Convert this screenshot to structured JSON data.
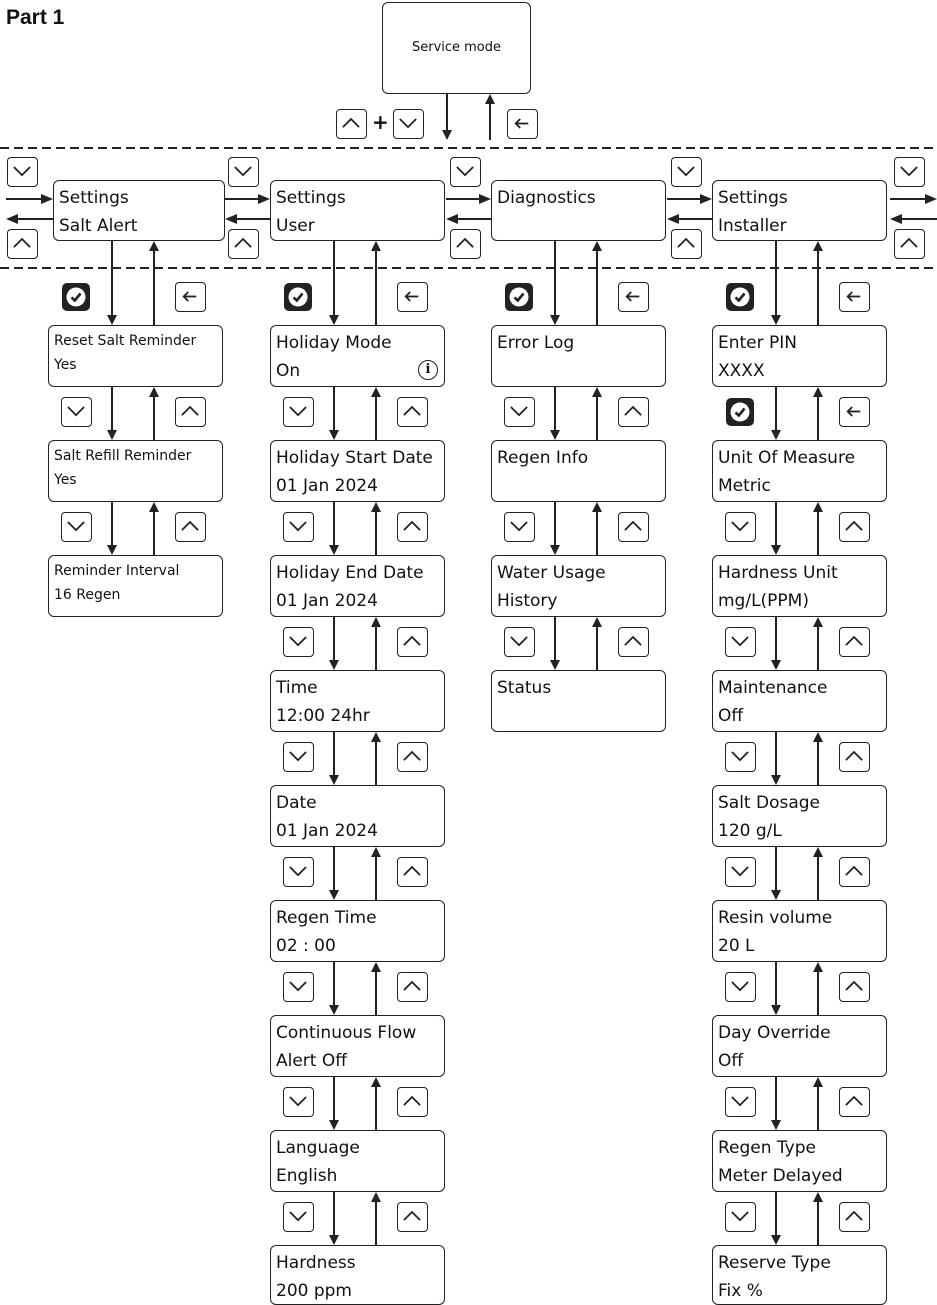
{
  "title": "Part 1",
  "start": "Service mode",
  "columns": [
    {
      "header": [
        "Settings",
        "Salt Alert"
      ],
      "items": [
        [
          "Reset Salt Reminder",
          "Yes"
        ],
        [
          "Salt Refill Reminder",
          "Yes"
        ],
        [
          "Reminder Interval",
          "16 Regen"
        ]
      ]
    },
    {
      "header": [
        "Settings",
        "User"
      ],
      "items": [
        [
          "Holiday Mode",
          "On"
        ],
        [
          "Holiday Start Date",
          "01 Jan 2024"
        ],
        [
          "Holiday End Date",
          "01 Jan 2024"
        ],
        [
          "Time",
          "12:00   24hr"
        ],
        [
          "Date",
          "01 Jan 2024"
        ],
        [
          "Regen Time",
          "02 : 00"
        ],
        [
          "Continuous Flow",
          "Alert Off"
        ],
        [
          "Language",
          "English"
        ],
        [
          "Hardness",
          "200 ppm"
        ]
      ]
    },
    {
      "header": [
        "Diagnostics"
      ],
      "items": [
        [
          "Error Log"
        ],
        [
          "Regen Info"
        ],
        [
          "Water Usage",
          "History"
        ],
        [
          "Status"
        ]
      ]
    },
    {
      "header": [
        "Settings",
        "Installer"
      ],
      "items": [
        [
          "Enter PIN",
          "XXXX"
        ],
        [
          "Unit Of Measure",
          "Metric"
        ],
        [
          "Hardness Unit",
          "mg/L(PPM)"
        ],
        [
          "Maintenance",
          "Off"
        ],
        [
          "Salt Dosage",
          "120 g/L"
        ],
        [
          "Resin volume",
          "20 L"
        ],
        [
          "Day Override",
          "Off"
        ],
        [
          "Regen Type",
          "Meter Delayed"
        ],
        [
          "Reserve Type",
          "Fix %"
        ]
      ]
    }
  ],
  "info_icon": "info-circle-icon",
  "icons": {
    "down": "chevron-down-icon",
    "up": "chevron-up-icon",
    "back": "back-arrow-icon",
    "confirm": "check-circle-icon"
  },
  "colors": {
    "line": "#222222",
    "background": "#ffffff"
  }
}
